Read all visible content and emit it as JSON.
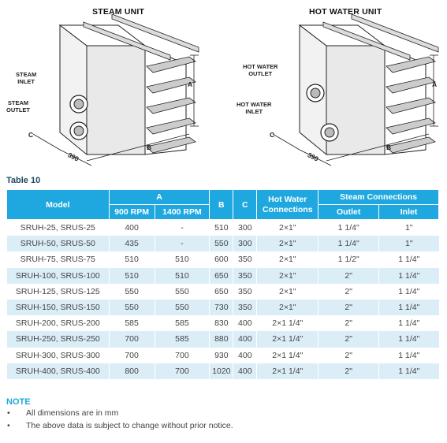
{
  "diagram": {
    "steam_title": "STEAM UNIT",
    "hot_water_title": "HOT WATER UNIT",
    "steam_inlet": "STEAM\nINLET",
    "steam_outlet": "STEAM\nOUTLET",
    "hw_outlet": "HOT WATER\nOUTLET",
    "hw_inlet": "HOT WATER\nINLET",
    "dim_a": "A",
    "dim_b": "B",
    "dim_c": "C",
    "dim_390": "390"
  },
  "table_caption": "Table 10",
  "headers": {
    "model": "Model",
    "a": "A",
    "rpm900": "900 RPM",
    "rpm1400": "1400 RPM",
    "b": "B",
    "c": "C",
    "hot_water": "Hot Water Connections",
    "steam": "Steam Connections",
    "outlet": "Outlet",
    "inlet": "Inlet"
  },
  "rows": [
    [
      "SRUH-25, SRUS-25",
      "400",
      "-",
      "510",
      "300",
      "2×1\"",
      "1 1/4\"",
      "1\""
    ],
    [
      "SRUH-50, SRUS-50",
      "435",
      "-",
      "550",
      "300",
      "2×1\"",
      "1 1/4\"",
      "1\""
    ],
    [
      "SRUH-75, SRUS-75",
      "510",
      "510",
      "600",
      "350",
      "2×1\"",
      "1 1/2\"",
      "1 1/4\""
    ],
    [
      "SRUH-100, SRUS-100",
      "510",
      "510",
      "650",
      "350",
      "2×1\"",
      "2\"",
      "1 1/4\""
    ],
    [
      "SRUH-125, SRUS-125",
      "550",
      "550",
      "650",
      "350",
      "2×1\"",
      "2\"",
      "1 1/4\""
    ],
    [
      "SRUH-150, SRUS-150",
      "550",
      "550",
      "730",
      "350",
      "2×1\"",
      "2\"",
      "1 1/4\""
    ],
    [
      "SRUH-200, SRUS-200",
      "585",
      "585",
      "830",
      "400",
      "2×1 1/4\"",
      "2\"",
      "1 1/4\""
    ],
    [
      "SRUH-250, SRUS-250",
      "700",
      "585",
      "880",
      "400",
      "2×1 1/4\"",
      "2\"",
      "1 1/4\""
    ],
    [
      "SRUH-300, SRUS-300",
      "700",
      "700",
      "930",
      "400",
      "2×1 1/4\"",
      "2\"",
      "1 1/4\""
    ],
    [
      "SRUH-400, SRUS-400",
      "800",
      "700",
      "1020",
      "400",
      "2×1 1/4\"",
      "2\"",
      "1 1/4\""
    ]
  ],
  "note_title": "NOTE",
  "notes": [
    "All dimensions are in mm",
    "The above data is subject to change without prior notice."
  ],
  "bullet": "•",
  "colors": {
    "header": "#1fa8df",
    "stripe": "#dbeef8",
    "caption": "#1e4a63"
  }
}
